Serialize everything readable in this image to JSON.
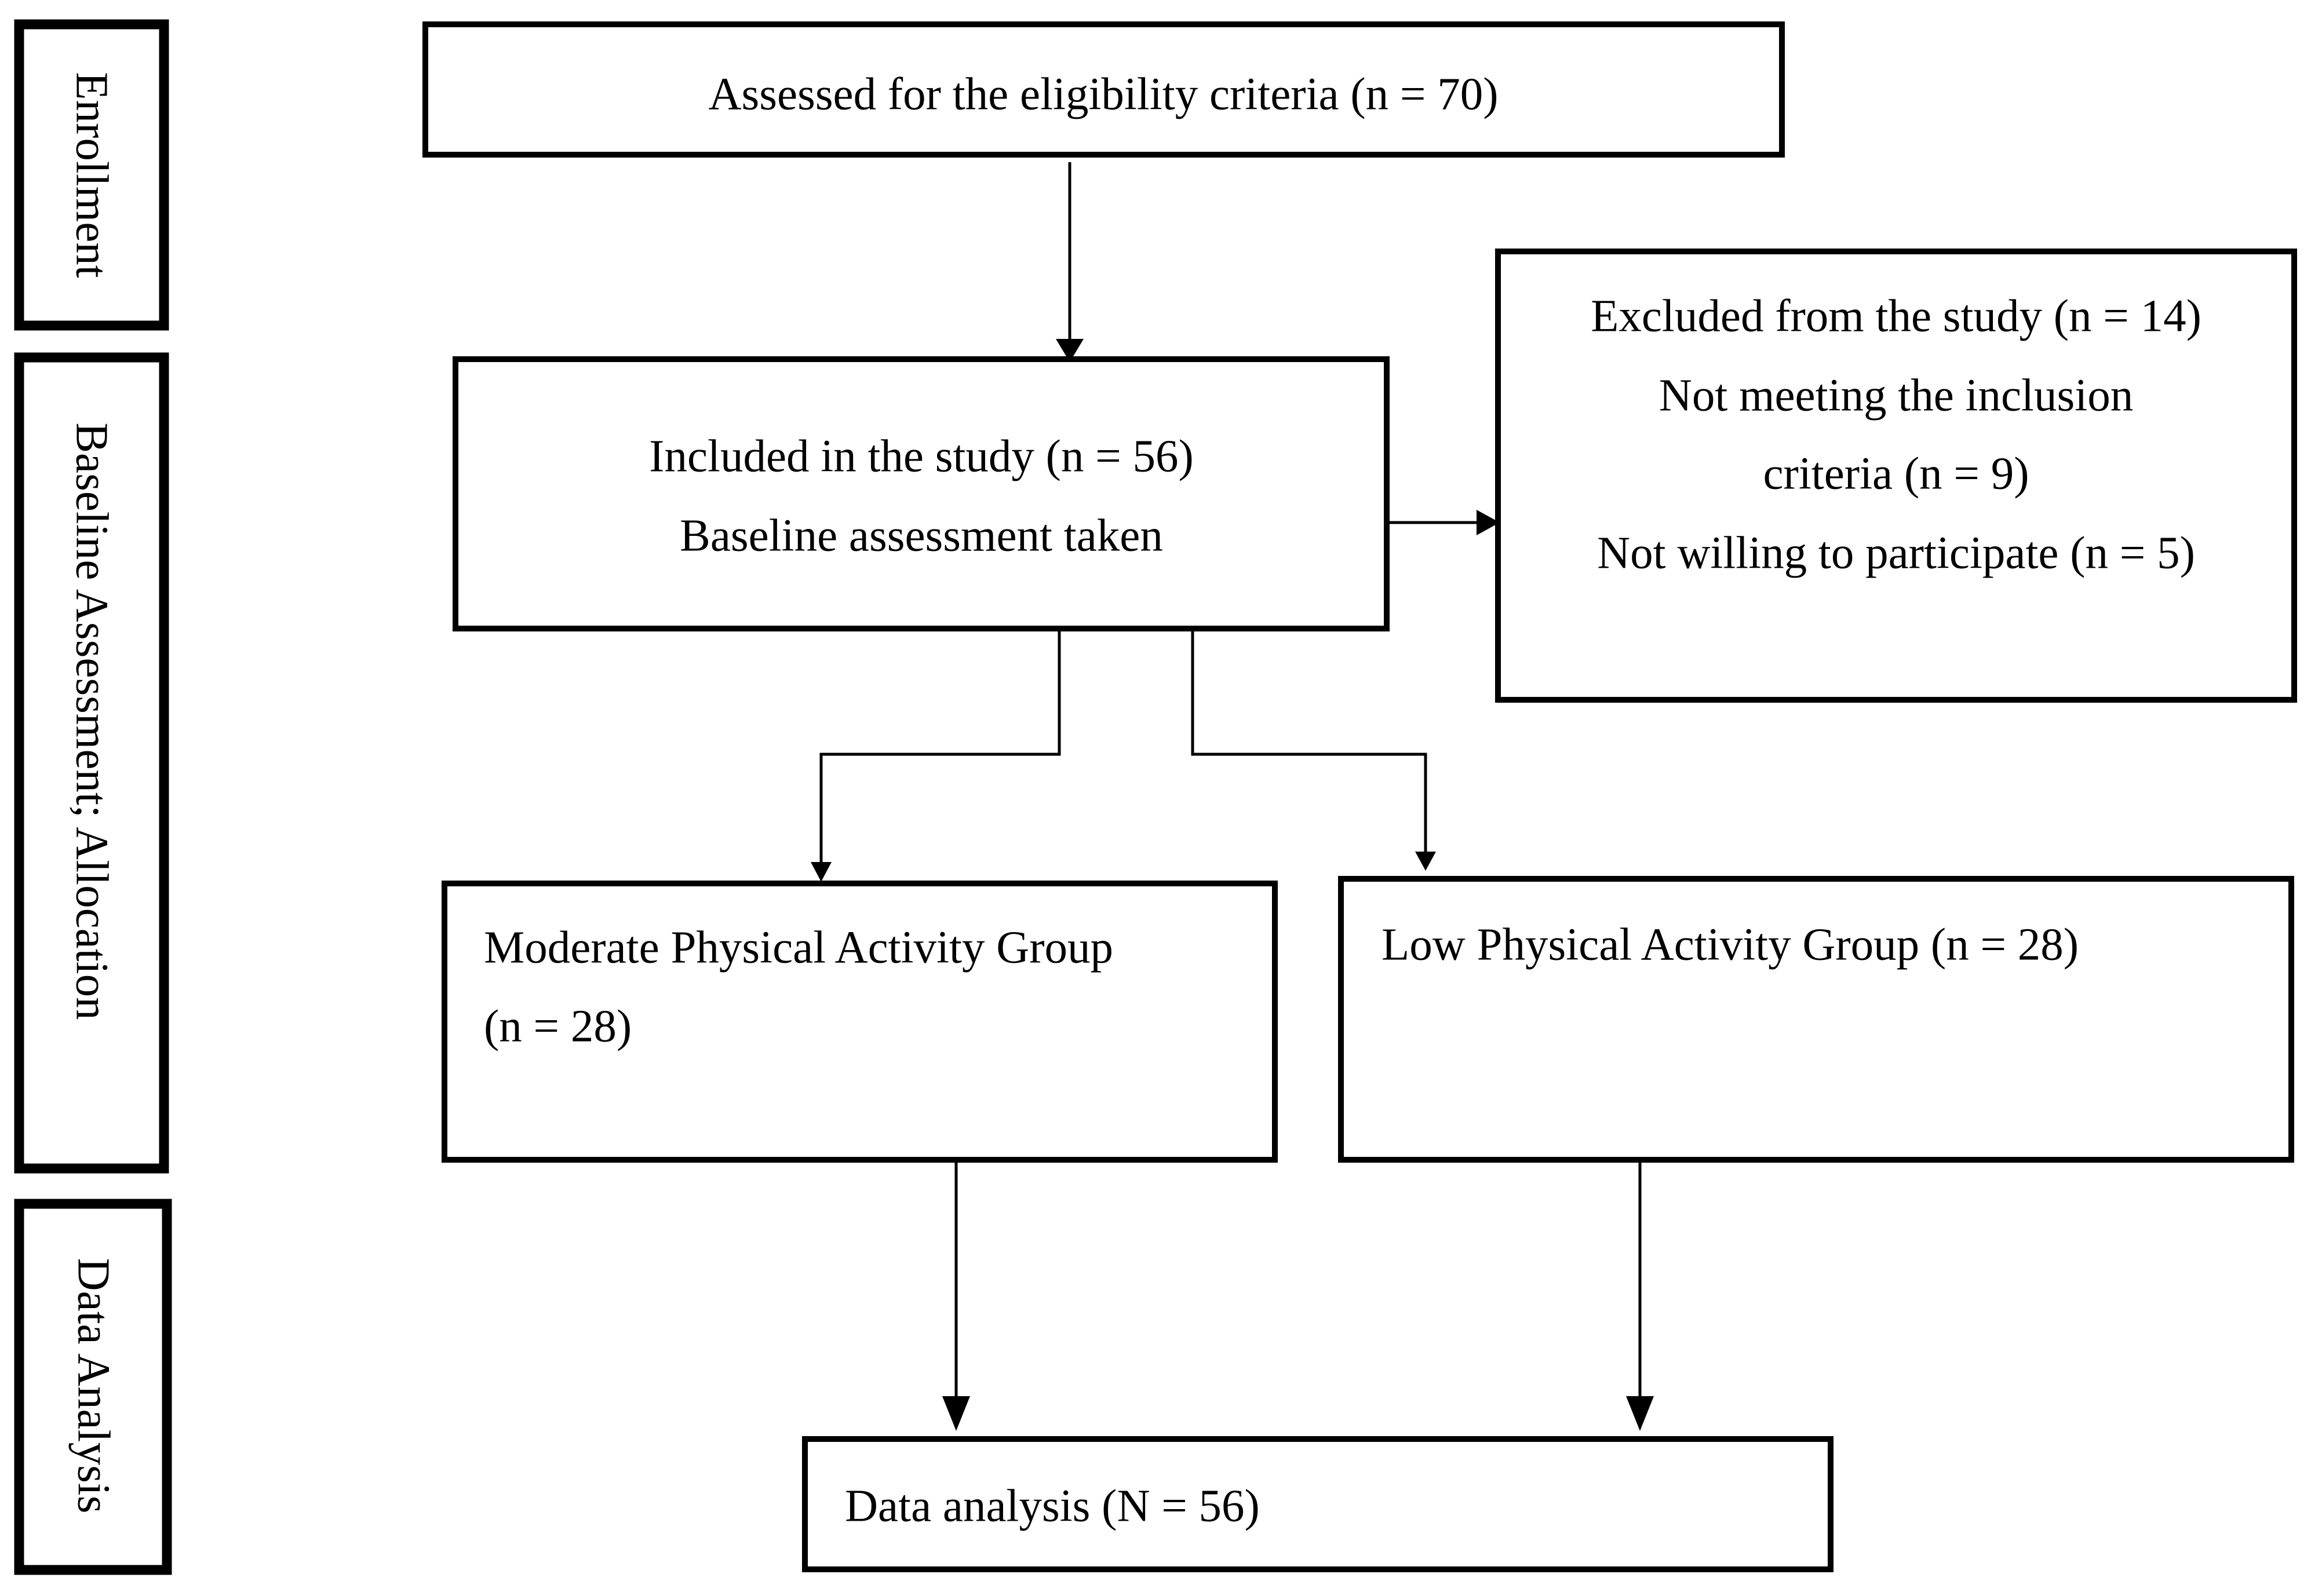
{
  "stages": {
    "enrollment": "Enrollment",
    "baseline_allocation": "Baseline Assessment; Allocation",
    "data_analysis": "Data Analysis"
  },
  "boxes": {
    "assessed": {
      "line1": "Assessed for the eligibility criteria (n = 70)"
    },
    "included": {
      "line1": "Included in the study (n = 56)",
      "line2": "Baseline assessment taken"
    },
    "excluded": {
      "line1": "Excluded from the study (n = 14)",
      "line2": "Not meeting the inclusion",
      "line3": "criteria (n = 9)",
      "line4": "Not willing to participate (n = 5)"
    },
    "moderate": {
      "line1": "Moderate Physical Activity Group",
      "line2": "(n = 28)"
    },
    "low": {
      "line1": "Low Physical Activity Group (n = 28)"
    },
    "analysis": {
      "line1": "Data analysis (N = 56)"
    }
  }
}
